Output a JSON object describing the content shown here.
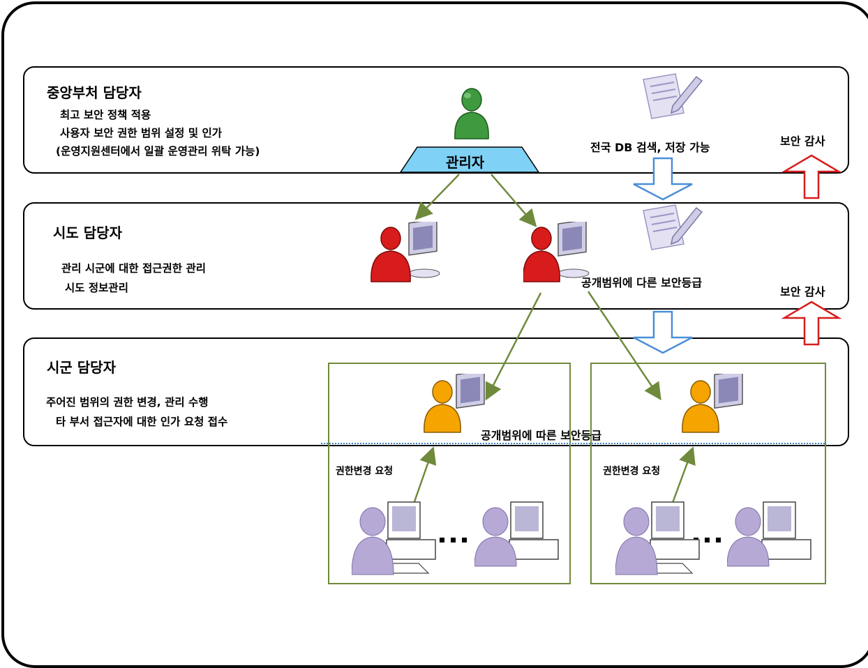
{
  "tiers": [
    {
      "title": "중앙부처 담당자",
      "lines": [
        "최고 보안 정책 적용",
        "사용자 보안 권한 범위 설정 및 인가",
        "(운영지원센터에서 일괄 운영관리 위탁 가능)"
      ]
    },
    {
      "title": "시도 담당자",
      "lines": [
        "관리 시군에 대한 접근권한 관리",
        "시도 정보관리"
      ]
    },
    {
      "title": "시군 담당자",
      "lines": [
        "주어진 범위의 권한 변경, 관리 수행",
        "타 부서 접근자에 대한 인가 요청 접수"
      ]
    }
  ],
  "admin_label": "관리자",
  "labels": {
    "national_db": "전국 DB 검색, 저장 가능",
    "audit_1": "보안 감사",
    "audit_2": "보안 감사",
    "grade_diff": "공개범위에 다른 보안등급",
    "grade_by": "공개범위에 따른 보안등급",
    "request_left": "권한변경 요청",
    "request_right": "권한변경 요청"
  },
  "colors": {
    "admin_user": "#3f9a3f",
    "province_user": "#d81c1c",
    "county_user": "#f5a400",
    "end_user": "#b7a9d6",
    "connector": "#6f8a3c",
    "down_arrow": "#4a8fd8",
    "up_arrow": "#d81c1c",
    "platform": "#7fd1f5"
  }
}
